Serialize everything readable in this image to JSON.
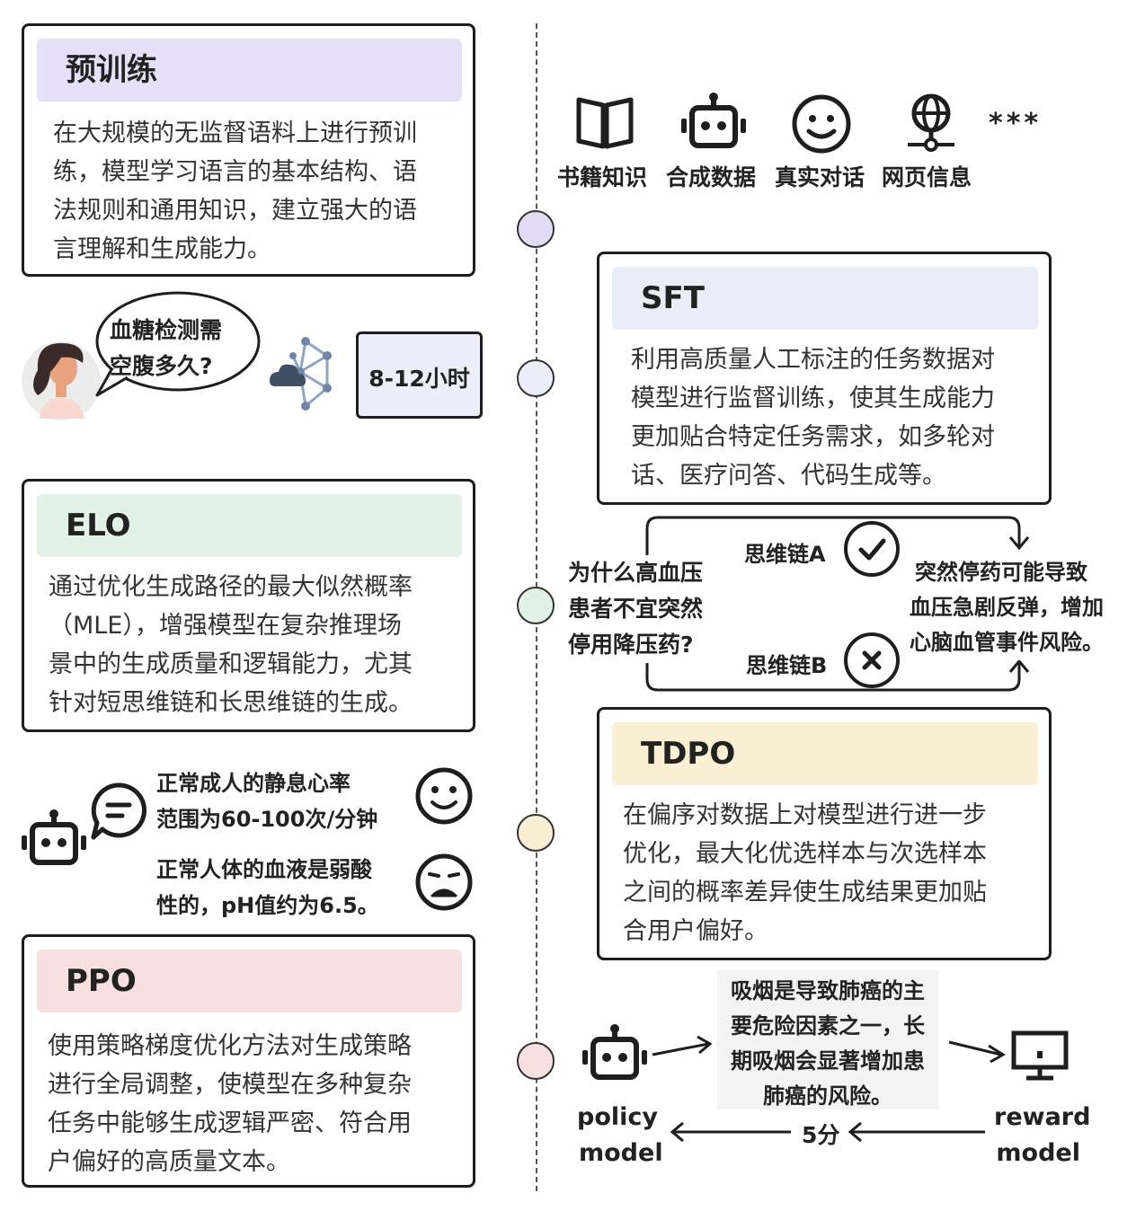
{
  "colors": {
    "pretrain": "#e6e1f8",
    "sft": "#eaedf8",
    "elo": "#e3f2e6",
    "tdpo": "#fbf0d3",
    "ppo": "#f8e0e0",
    "node_pretrain": "#e3dcf7",
    "node_sft": "#eceef9",
    "node_elo": "#e3f2e6",
    "node_tdpo": "#fbf0d3",
    "node_ppo": "#f8e0e0"
  },
  "pretrain": {
    "title": "预训练",
    "lines": [
      "在大规模的无监督语料上进行预训",
      "练，模型学习语言的基本结构、语",
      "法规则和通用知识，建立强大的语",
      "言理解和生成能力。"
    ]
  },
  "sources": {
    "items": [
      {
        "icon": "book-icon",
        "label": "书籍知识"
      },
      {
        "icon": "robot-icon",
        "label": "合成数据"
      },
      {
        "icon": "smiley-icon",
        "label": "真实对话"
      },
      {
        "icon": "globe-icon",
        "label": "网页信息"
      }
    ],
    "more": "***"
  },
  "sft": {
    "title": "SFT",
    "lines": [
      "利用高质量人工标注的任务数据对",
      "模型进行监督训练，使其生成能力",
      "更加贴合特定任务需求，如多轮对",
      "话、医疗问答、代码生成等。"
    ]
  },
  "sft_example": {
    "question_lines": [
      "血糖检测需",
      "空腹多久?"
    ],
    "answer": "8-12小时"
  },
  "elo": {
    "title": "ELO",
    "lines": [
      "通过优化生成路径的最大似然概率",
      "（MLE），增强模型在复杂推理场",
      "景中的生成质量和逻辑能力，尤其",
      "针对短思维链和长思维链的生成。"
    ]
  },
  "elo_example": {
    "question_lines": [
      "为什么高血压",
      "患者不宜突然",
      "停用降压药?"
    ],
    "chain_a": "思维链A",
    "chain_b": "思维链B",
    "answer_lines": [
      "突然停药可能导致",
      "血压急剧反弹，增加",
      "心脑血管事件风险。"
    ]
  },
  "tdpo_example": {
    "good_lines": [
      "正常成人的静息心率",
      "范围为60-100次/分钟"
    ],
    "bad_lines": [
      "正常人体的血液是弱酸",
      "性的，pH值约为6.5。"
    ]
  },
  "tdpo": {
    "title": "TDPO",
    "lines": [
      "在偏序对数据上对模型进行进一步",
      "优化，最大化优选样本与次选样本",
      "之间的概率差异使生成结果更加贴",
      "合用户偏好。"
    ]
  },
  "ppo": {
    "title": "PPO",
    "lines": [
      "使用策略梯度优化方法对生成策略",
      "进行全局调整，使模型在多种复杂",
      "任务中能够生成逻辑严密、符合用",
      "户偏好的高质量文本。"
    ]
  },
  "ppo_example": {
    "text_lines": [
      "吸烟是导致肺癌的主",
      "要危险因素之一，长",
      "期吸烟会显著增加患",
      "肺癌的风险。"
    ],
    "policy_lines": [
      "policy",
      "model"
    ],
    "reward_lines": [
      "reward",
      "model"
    ],
    "score": "5分"
  }
}
